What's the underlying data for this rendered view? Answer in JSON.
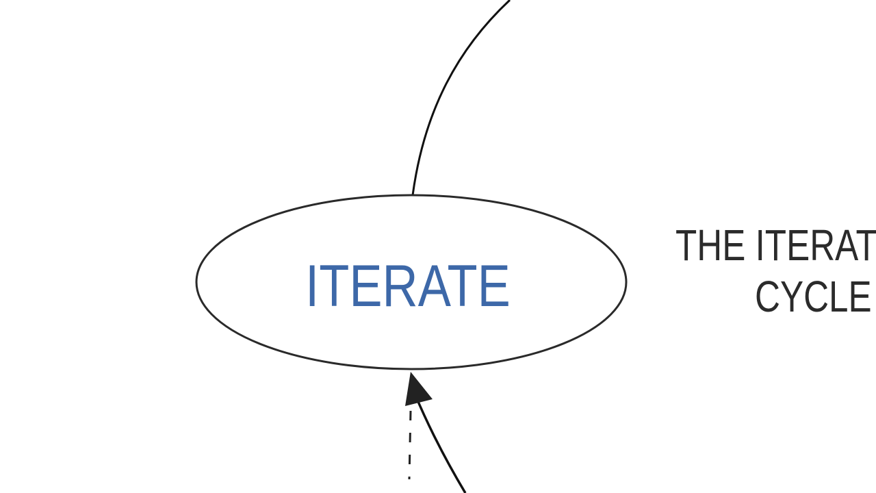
{
  "diagram": {
    "node": {
      "label": "ITERATE",
      "color": "#3d68a8"
    },
    "title": {
      "line1": "THE ITERAT",
      "line2": "CYCLE",
      "color": "#2b2b2b"
    }
  }
}
